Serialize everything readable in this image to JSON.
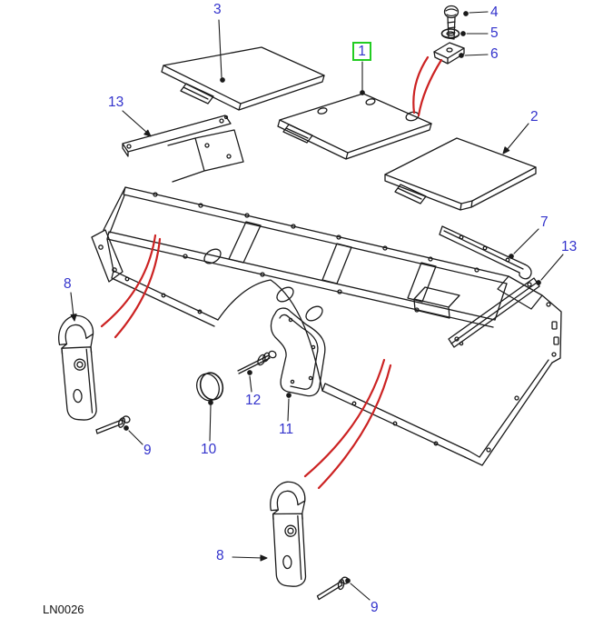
{
  "diagram": {
    "code": "LN0026",
    "colors": {
      "line": "#1a1a1a",
      "callout_text": "#3333cc",
      "highlight_border": "#22cc22",
      "red_leader": "#cc2222",
      "background": "#ffffff"
    },
    "callouts": [
      {
        "label": "3",
        "highlighted": false
      },
      {
        "label": "4",
        "highlighted": false
      },
      {
        "label": "5",
        "highlighted": false
      },
      {
        "label": "6",
        "highlighted": false
      },
      {
        "label": "1",
        "highlighted": true
      },
      {
        "label": "2",
        "highlighted": false
      },
      {
        "label": "13",
        "highlighted": false
      },
      {
        "label": "7",
        "highlighted": false
      },
      {
        "label": "13",
        "highlighted": false
      },
      {
        "label": "8",
        "highlighted": false
      },
      {
        "label": "9",
        "highlighted": false
      },
      {
        "label": "10",
        "highlighted": false
      },
      {
        "label": "12",
        "highlighted": false
      },
      {
        "label": "11",
        "highlighted": false
      },
      {
        "label": "8",
        "highlighted": false
      },
      {
        "label": "9",
        "highlighted": false
      }
    ]
  }
}
